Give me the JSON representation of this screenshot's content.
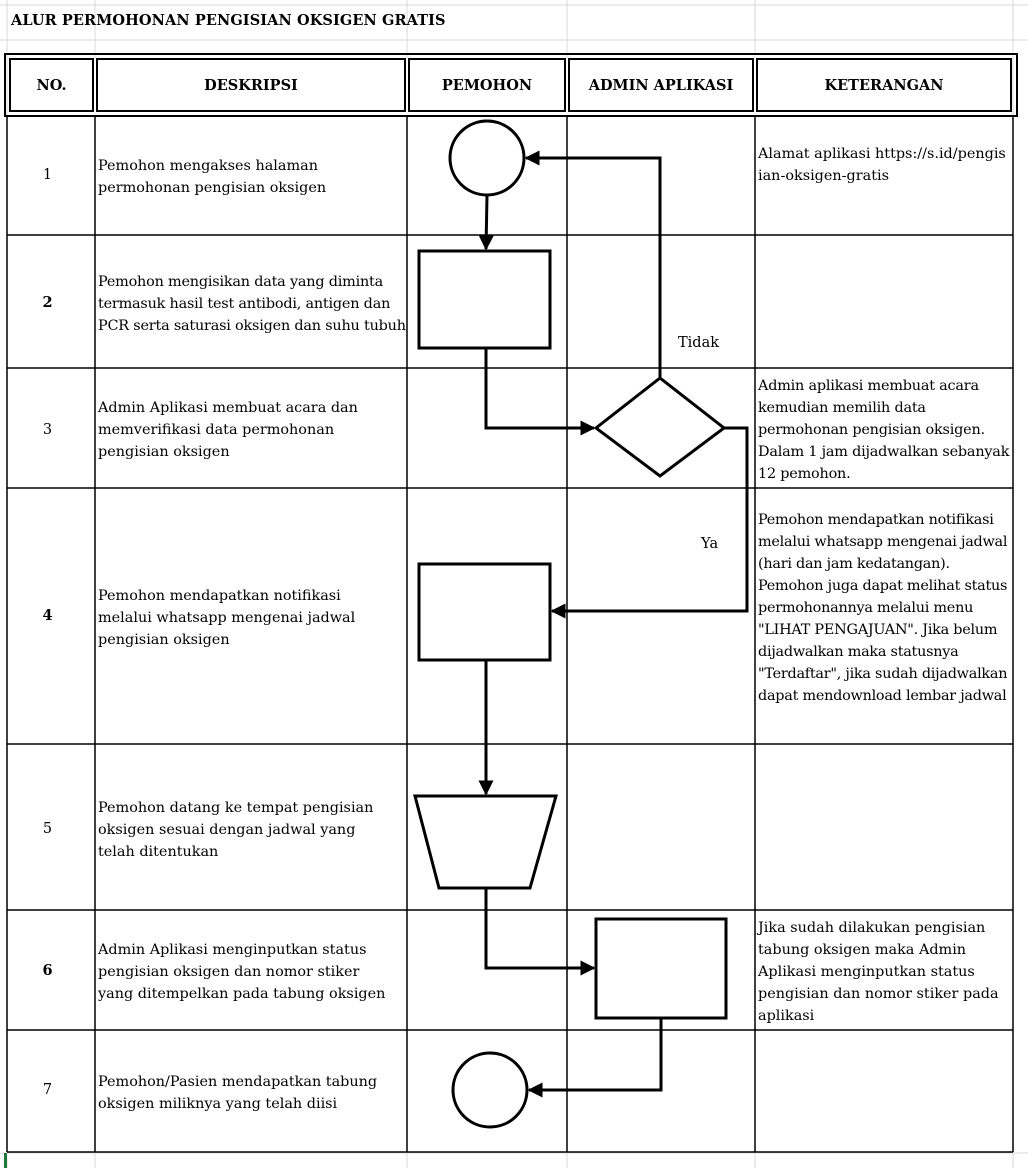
{
  "title": "ALUR PERMOHONAN PENGISIAN OKSIGEN GRATIS",
  "headers": {
    "no": "NO.",
    "deskripsi": "DESKRIPSI",
    "pemohon": "PEMOHON",
    "admin": "ADMIN APLIKASI",
    "keterangan": "KETERANGAN"
  },
  "rows": [
    {
      "no": "1",
      "deskripsi": "Pemohon mengakses halaman permohonan pengisian oksigen",
      "keterangan": "Alamat aplikasi https://s.id/pengisian-oksigen-gratis"
    },
    {
      "no": "2",
      "deskripsi": "Pemohon mengisikan data yang diminta termasuk hasil test antibodi, antigen dan PCR serta saturasi oksigen dan suhu tubuh",
      "keterangan": ""
    },
    {
      "no": "3",
      "deskripsi": "Admin Aplikasi membuat acara dan memverifikasi data permohonan pengisian oksigen",
      "keterangan": "Admin aplikasi membuat acara kemudian memilih data permohonan pengisian oksigen. Dalam 1 jam dijadwalkan sebanyak 12 pemohon."
    },
    {
      "no": "4",
      "deskripsi": "Pemohon mendapatkan notifikasi melalui whatsapp mengenai jadwal pengisian oksigen",
      "keterangan": "Pemohon mendapatkan notifikasi melalui whatsapp mengenai jadwal (hari dan jam kedatangan). Pemohon juga dapat melihat status permohonannya melalui menu \"LIHAT PENGAJUAN\". Jika belum dijadwalkan maka statusnya \"Terdaftar\", jika sudah dijadwalkan dapat mendownload lembar jadwal"
    },
    {
      "no": "5",
      "deskripsi": "Pemohon datang ke tempat pengisian oksigen sesuai dengan jadwal yang telah ditentukan",
      "keterangan": ""
    },
    {
      "no": "6",
      "deskripsi": "Admin Aplikasi menginputkan status pengisian oksigen dan nomor stiker yang ditempelkan pada tabung oksigen",
      "keterangan": "Jika sudah dilakukan pengisian tabung oksigen maka Admin Aplikasi menginputkan status pengisian dan nomor stiker pada aplikasi"
    },
    {
      "no": "7",
      "deskripsi": "Pemohon/Pasien mendapatkan tabung oksigen miliknya yang telah diisi",
      "keterangan": ""
    }
  ],
  "flow_labels": {
    "tidak": "Tidak",
    "ya": "Ya"
  }
}
